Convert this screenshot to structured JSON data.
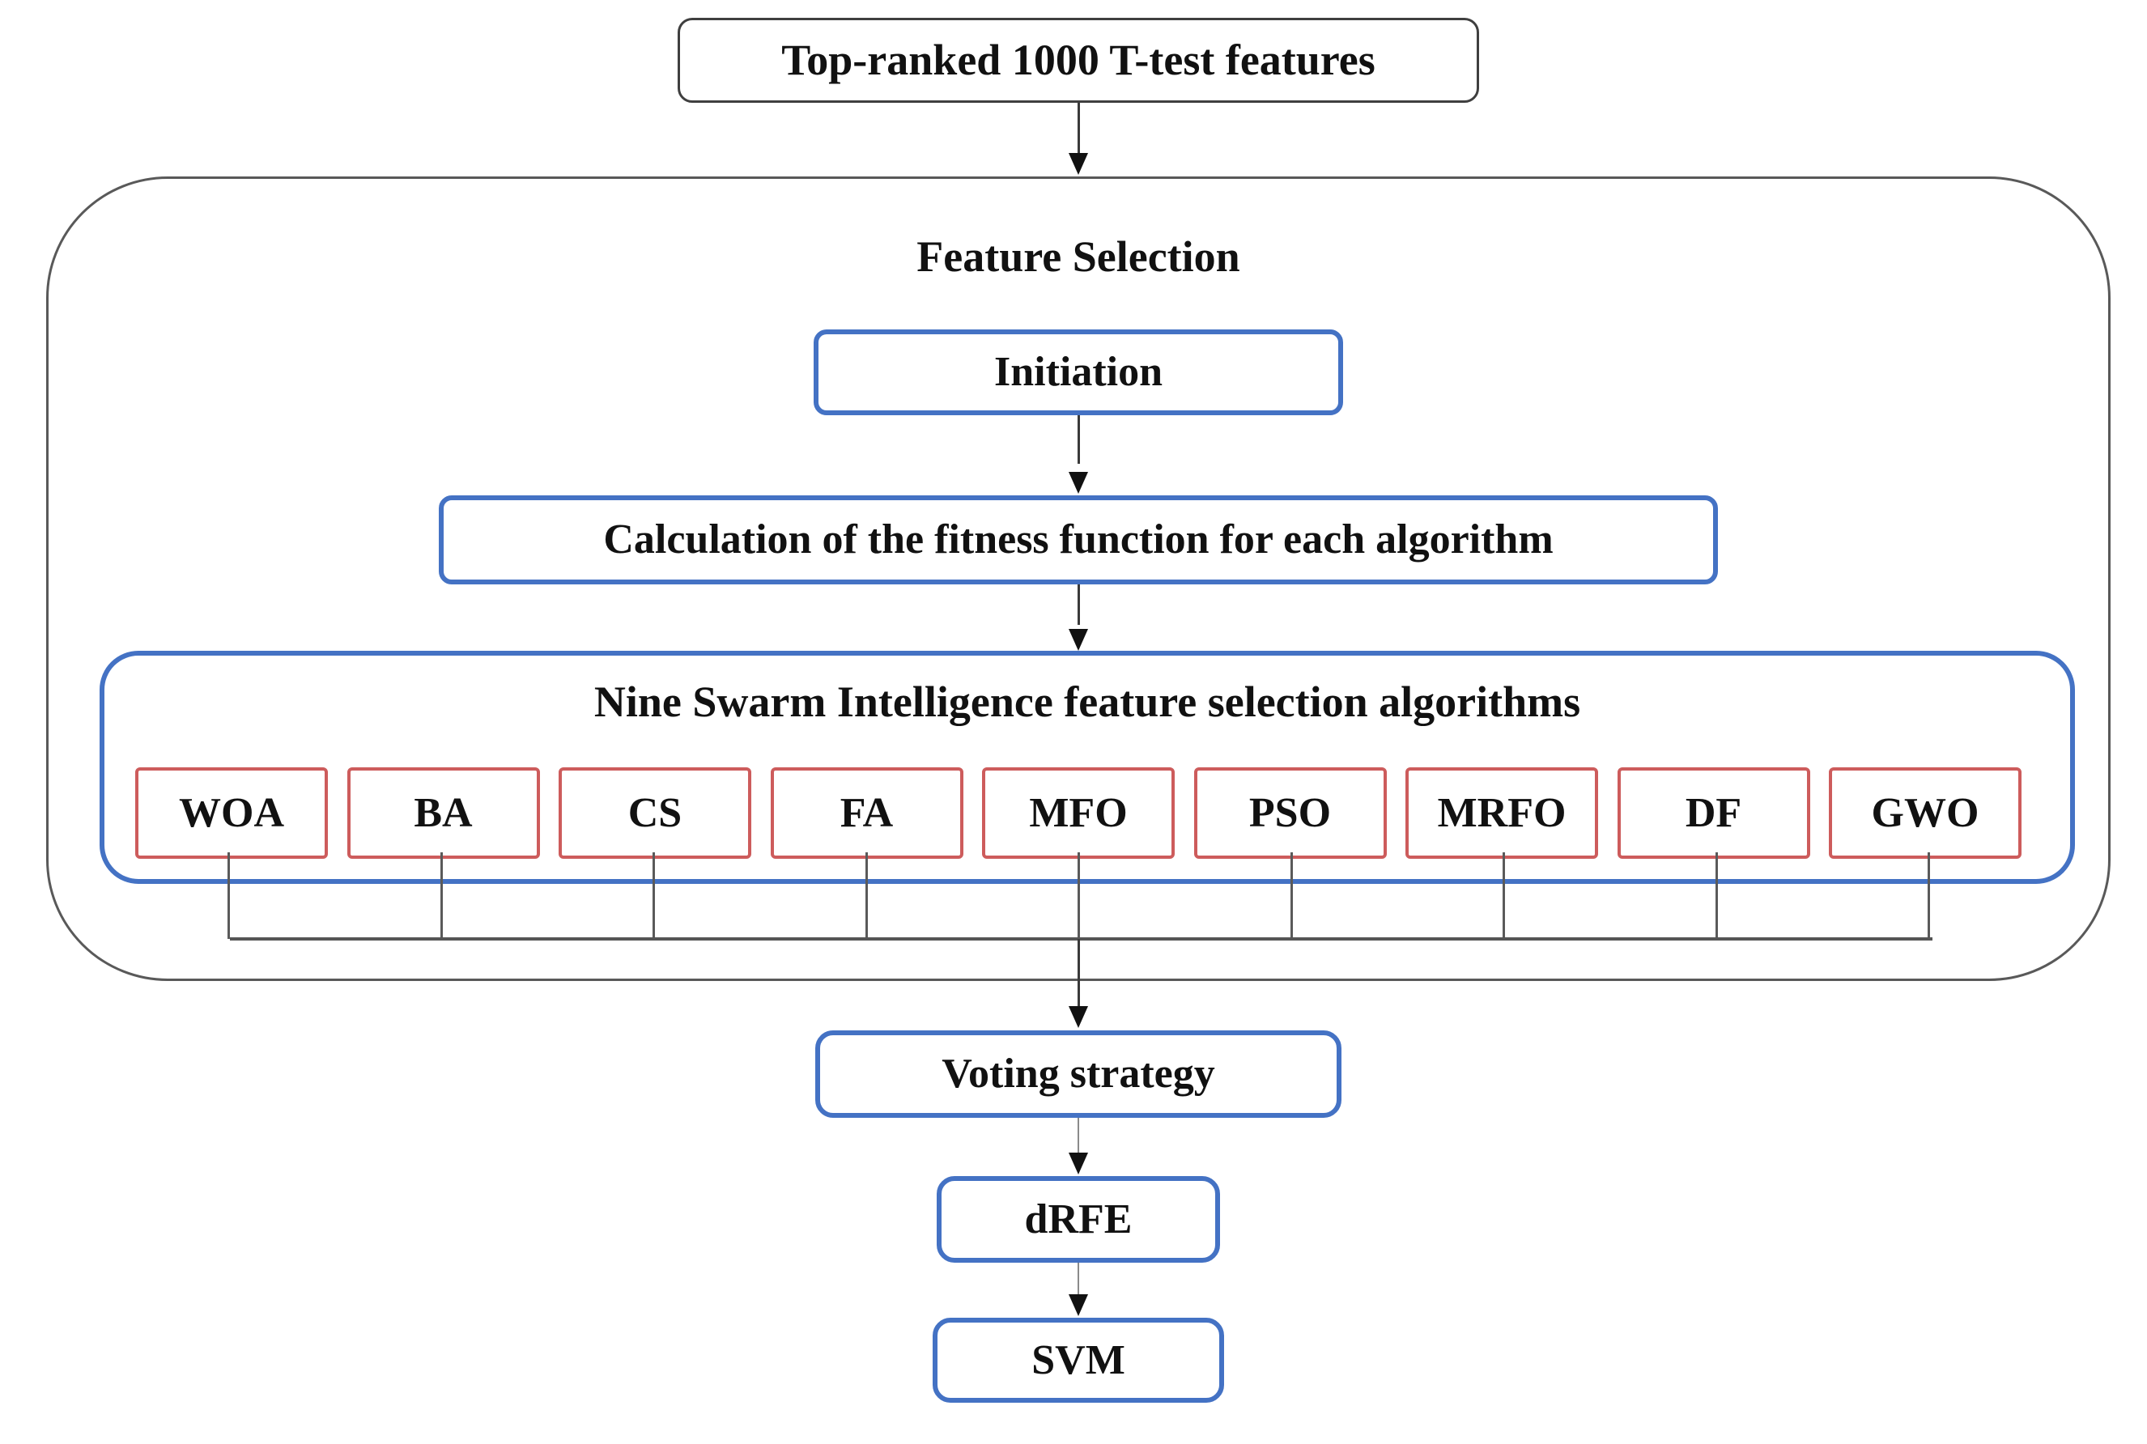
{
  "diagram": {
    "top_box": "Top-ranked 1000 T-test features",
    "feature_selection": {
      "title": "Feature Selection",
      "initiation": "Initiation",
      "fitness": "Calculation of the fitness function for each algorithm",
      "swarm": {
        "title": "Nine Swarm Intelligence feature selection algorithms",
        "algorithms": [
          "WOA",
          "BA",
          "CS",
          "FA",
          "MFO",
          "PSO",
          "MRFO",
          "DF",
          "GWO"
        ]
      }
    },
    "voting": "Voting strategy",
    "drfe": "dRFE",
    "svm": "SVM",
    "colors": {
      "blue_border": "#4472C4",
      "red_border": "#CD5C5C",
      "outer_border": "#595959",
      "top_box_border": "#3F3F3F",
      "line": "#555555",
      "arrowhead": "#111111"
    }
  }
}
